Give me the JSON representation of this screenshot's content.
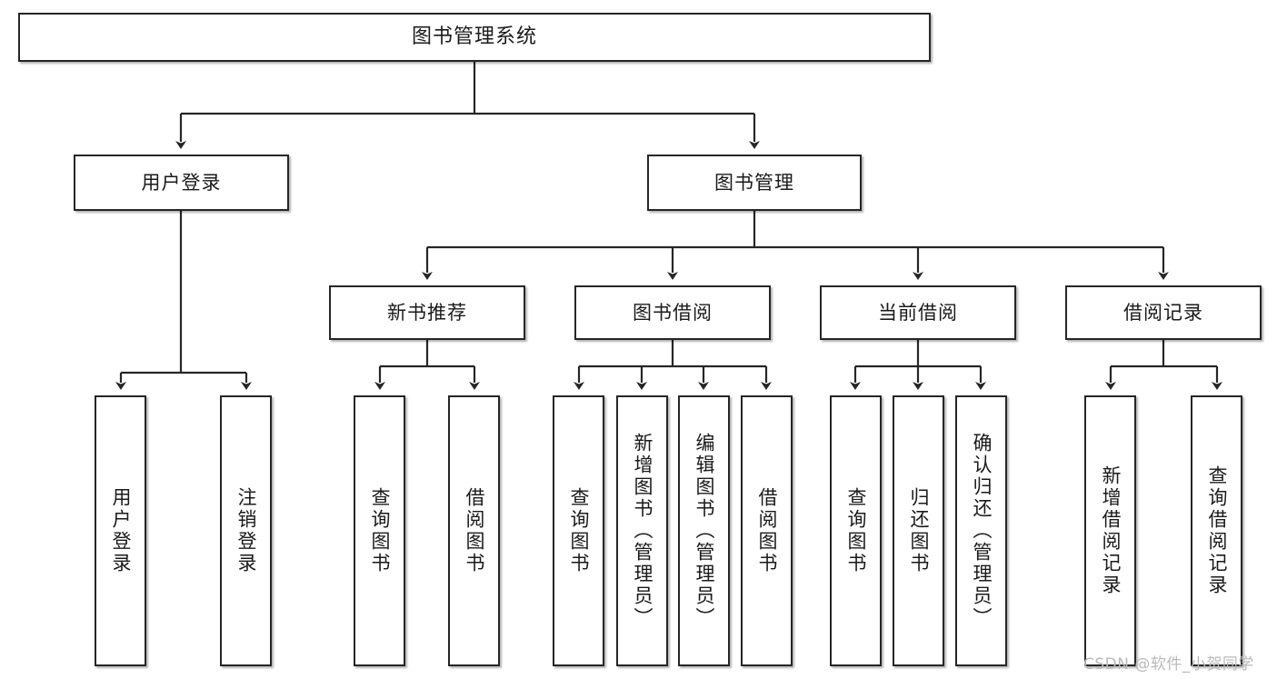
{
  "diagram": {
    "type": "tree-hierarchy-diagram",
    "title": "图书管理系统",
    "style": {
      "box_fill": "#ffffff",
      "box_stroke": "#262626",
      "edge_color": "#262626",
      "text_color": "#1a1a1a",
      "background": "#ffffff"
    },
    "levels": {
      "level1": [
        {
          "id": "root",
          "label": "图书管理系统"
        }
      ],
      "level2": [
        {
          "id": "user-login",
          "label": "用户登录"
        },
        {
          "id": "book-manage",
          "label": "图书管理"
        }
      ],
      "level3": [
        {
          "id": "new-book-recommend",
          "label": "新书推荐"
        },
        {
          "id": "book-borrow",
          "label": "图书借阅"
        },
        {
          "id": "current-borrow",
          "label": "当前借阅"
        },
        {
          "id": "borrow-record",
          "label": "借阅记录"
        }
      ],
      "level4": [
        {
          "id": "leaf-user-login",
          "label": "用户登录",
          "parent": "user-login"
        },
        {
          "id": "leaf-logout-login",
          "label": "注销登录",
          "parent": "user-login"
        },
        {
          "id": "leaf-query-book-1",
          "label": "查询图书",
          "parent": "new-book-recommend"
        },
        {
          "id": "leaf-borrow-book-1",
          "label": "借阅图书",
          "parent": "new-book-recommend"
        },
        {
          "id": "leaf-query-book-2",
          "label": "查询图书",
          "parent": "book-borrow"
        },
        {
          "id": "leaf-add-book",
          "label": "新增图书（管理员）",
          "parent": "book-borrow"
        },
        {
          "id": "leaf-edit-book",
          "label": "编辑图书（管理员）",
          "parent": "book-borrow"
        },
        {
          "id": "leaf-borrow-book-2",
          "label": "借阅图书",
          "parent": "book-borrow"
        },
        {
          "id": "leaf-query-book-3",
          "label": "查询图书",
          "parent": "current-borrow"
        },
        {
          "id": "leaf-return-book",
          "label": "归还图书",
          "parent": "current-borrow"
        },
        {
          "id": "leaf-confirm-return",
          "label": "确认归还（管理员）",
          "parent": "current-borrow"
        },
        {
          "id": "leaf-add-record",
          "label": "新增借阅记录",
          "parent": "borrow-record"
        },
        {
          "id": "leaf-query-record",
          "label": "查询借阅记录",
          "parent": "borrow-record"
        }
      ]
    }
  },
  "watermark": {
    "text": "CSDN @软件_小贺同学"
  }
}
